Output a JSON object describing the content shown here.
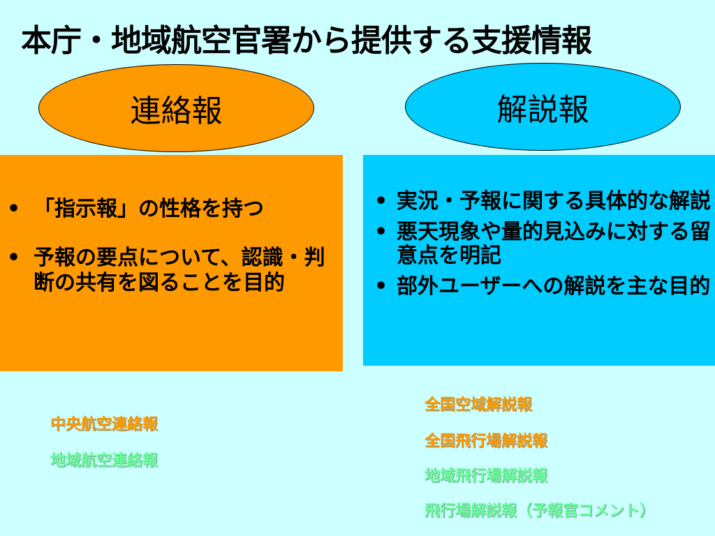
{
  "title": "本庁・地域航空官署から提供する支援情報",
  "left": {
    "oval_label": "連絡報",
    "bullets": [
      "「指示報」の性格を持つ",
      "予報の要点について、認識・判断の共有を図ることを目的"
    ],
    "items": [
      {
        "label": "中央航空連絡報"
      },
      {
        "label": "地域航空連絡報"
      }
    ]
  },
  "right": {
    "oval_label": "解説報",
    "bullets": [
      "実況・予報に関する具体的な解説",
      "悪天現象や量的見込みに対する留意点を明記",
      "部外ユーザーへの解説を主な目的"
    ],
    "items": [
      {
        "label": "全国空域解説報"
      },
      {
        "label": "全国飛行場解説報"
      },
      {
        "label": "地域飛行場解説報"
      },
      {
        "label": "飛行場解説報（予報官コメント）"
      }
    ]
  },
  "colors": {
    "background": "#ccffff",
    "orange": "#ff9900",
    "cyan": "#00ccff",
    "green": "#66ff99"
  },
  "bullet_glyph": "•"
}
